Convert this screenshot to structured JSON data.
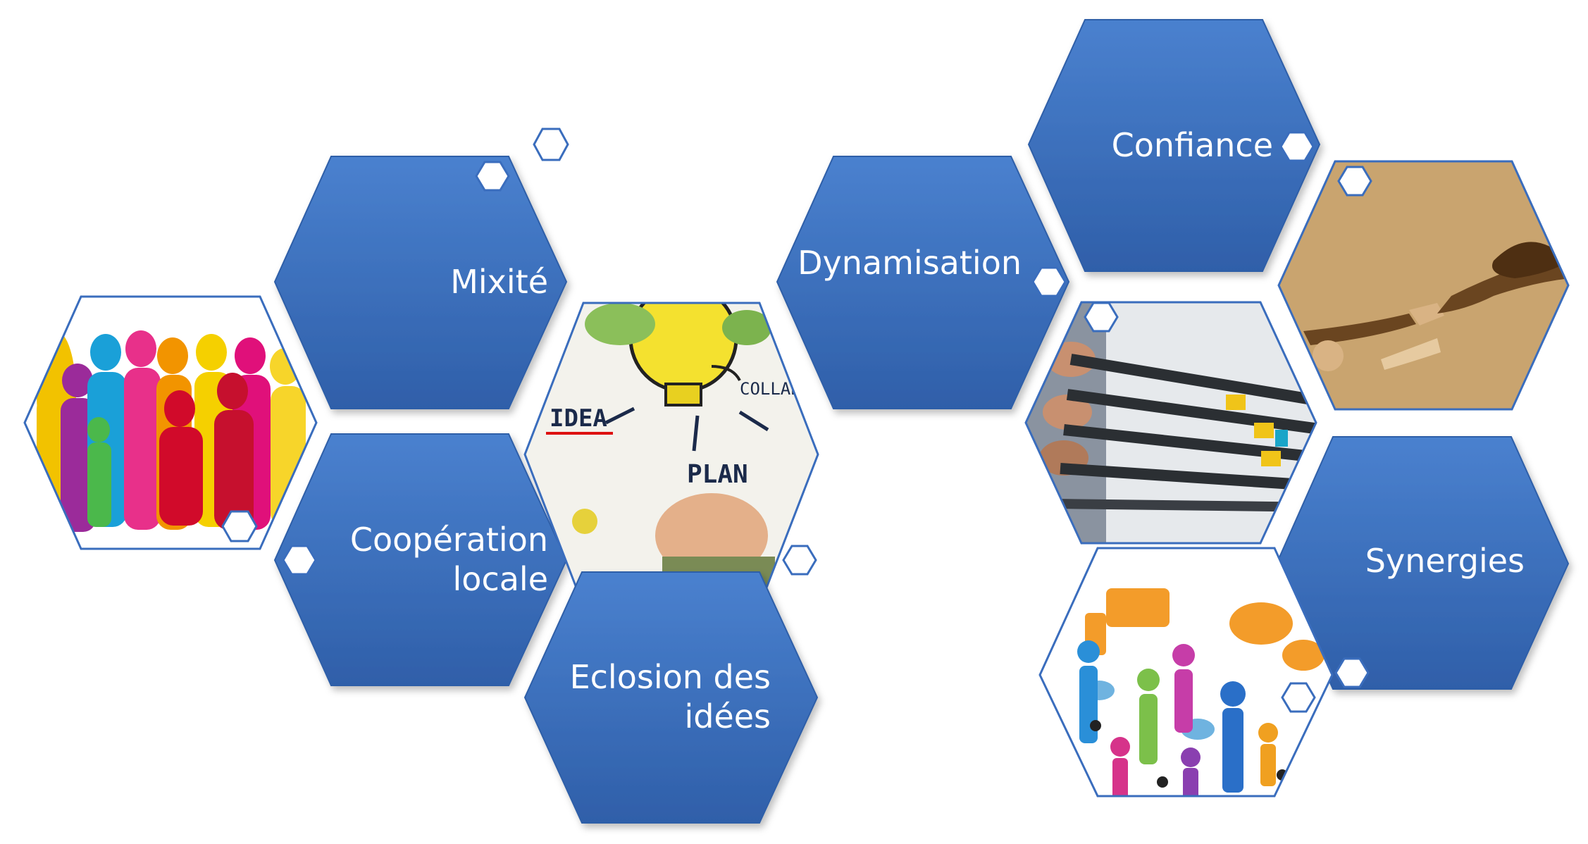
{
  "colors": {
    "hex_fill": "#3a6dbd",
    "hex_fill_light": "#4a81cf",
    "hex_stroke": "#2f5ea8",
    "text": "#ffffff",
    "small_hex_stroke": "#3a6dbd"
  },
  "blue_hexagons": [
    {
      "id": "mixite",
      "lines": [
        "Mixité"
      ]
    },
    {
      "id": "cooperation",
      "lines": [
        "Coopération",
        "locale"
      ]
    },
    {
      "id": "eclosion",
      "lines": [
        "Eclosion des",
        "idées"
      ]
    },
    {
      "id": "dynamisation",
      "lines": [
        "Dynamisation"
      ]
    },
    {
      "id": "confiance",
      "lines": [
        "Confiance"
      ]
    },
    {
      "id": "synergies",
      "lines": [
        "Synergies"
      ]
    }
  ],
  "picture_hexagons": [
    {
      "id": "diversity-people",
      "icon": "colorful-people-silhouettes"
    },
    {
      "id": "idea-plan",
      "icon": "lightbulb-idea-plan-sketch"
    },
    {
      "id": "rowing",
      "icon": "rowing-oars"
    },
    {
      "id": "helping-hands",
      "icon": "reaching-hands"
    },
    {
      "id": "communication",
      "icon": "people-speech-bubbles"
    }
  ]
}
